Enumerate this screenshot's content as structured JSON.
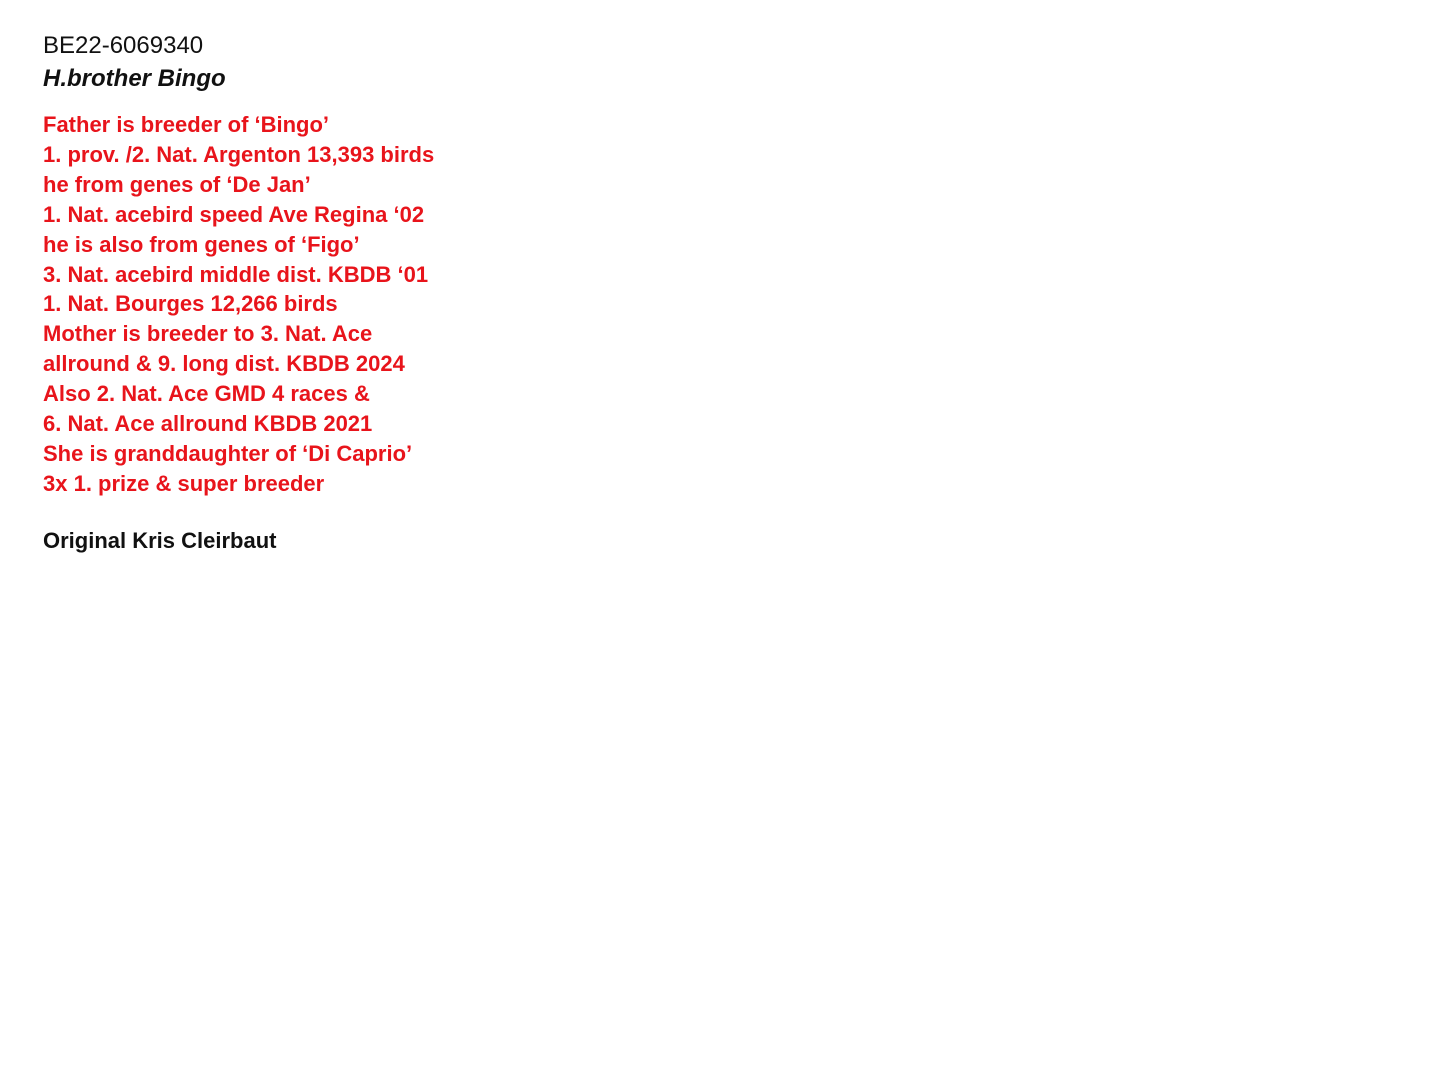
{
  "colors": {
    "text": "#111111",
    "highlight": "#e8141b",
    "background": "#ffffff"
  },
  "bird": {
    "ring_number": "BE22-6069340",
    "name": "H.brother Bingo"
  },
  "pedigree_lines": [
    "Father is breeder of ‘Bingo’",
    "1. prov. /2. Nat. Argenton 13,393 birds",
    "he from genes of ‘De Jan’",
    "1. Nat. acebird speed Ave Regina ‘02",
    "he is also from genes of ‘Figo’",
    "3. Nat. acebird middle dist. KBDB ‘01",
    "1. Nat. Bourges 12,266 birds",
    "Mother is breeder to 3. Nat. Ace",
    "allround & 9. long dist. KBDB 2024",
    "Also 2. Nat. Ace GMD 4 races &",
    "6. Nat. Ace allround KBDB 2021",
    "She is granddaughter of ‘Di Caprio’",
    "3x 1. prize & super breeder"
  ],
  "origin": "Original Kris Cleirbaut"
}
